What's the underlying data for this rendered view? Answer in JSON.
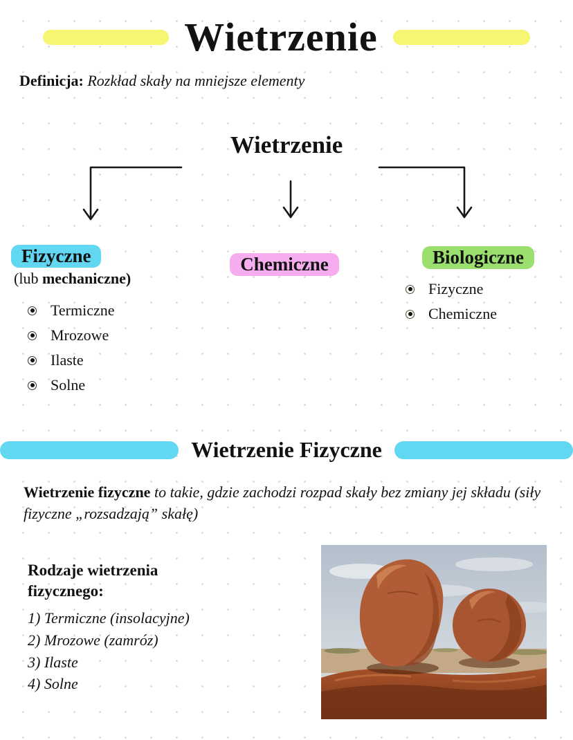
{
  "colors": {
    "yellow": "#f6f672",
    "cyan": "#62d7f1",
    "pink": "#f5adef",
    "green": "#9bdf6e",
    "ink": "#121212"
  },
  "header": {
    "title": "Wietrzenie",
    "definition_label": "Definicja:",
    "definition_text": " Rozkład skały na mniejsze elementy"
  },
  "diagram": {
    "root_label": "Wietrzenie",
    "branches": [
      {
        "label": "Fizyczne",
        "sub_prefix": "(lub ",
        "sub_bold": "mechaniczne)",
        "items": [
          "Termiczne",
          "Mrozowe",
          "Ilaste",
          "Solne"
        ]
      },
      {
        "label": "Chemiczne"
      },
      {
        "label": "Biologiczne",
        "items": [
          "Fizyczne",
          "Chemiczne"
        ]
      }
    ]
  },
  "section": {
    "title": "Wietrzenie Fizyczne",
    "lead_bold": "Wietrzenie fizyczne",
    "lead_italic": " to takie, gdzie zachodzi rozpad skały bez zmiany jej składu (siły fizyczne „rozsadzają” skałę)",
    "types_heading": "Rodzaje wietrzenia fizycznego:",
    "types": [
      "1) Termiczne (insolacyjne)",
      "2) Mrozowe  (zamróz)",
      "3) Ilaste",
      "4) Solne"
    ],
    "photo_name": "balanced-rocks-photo"
  }
}
